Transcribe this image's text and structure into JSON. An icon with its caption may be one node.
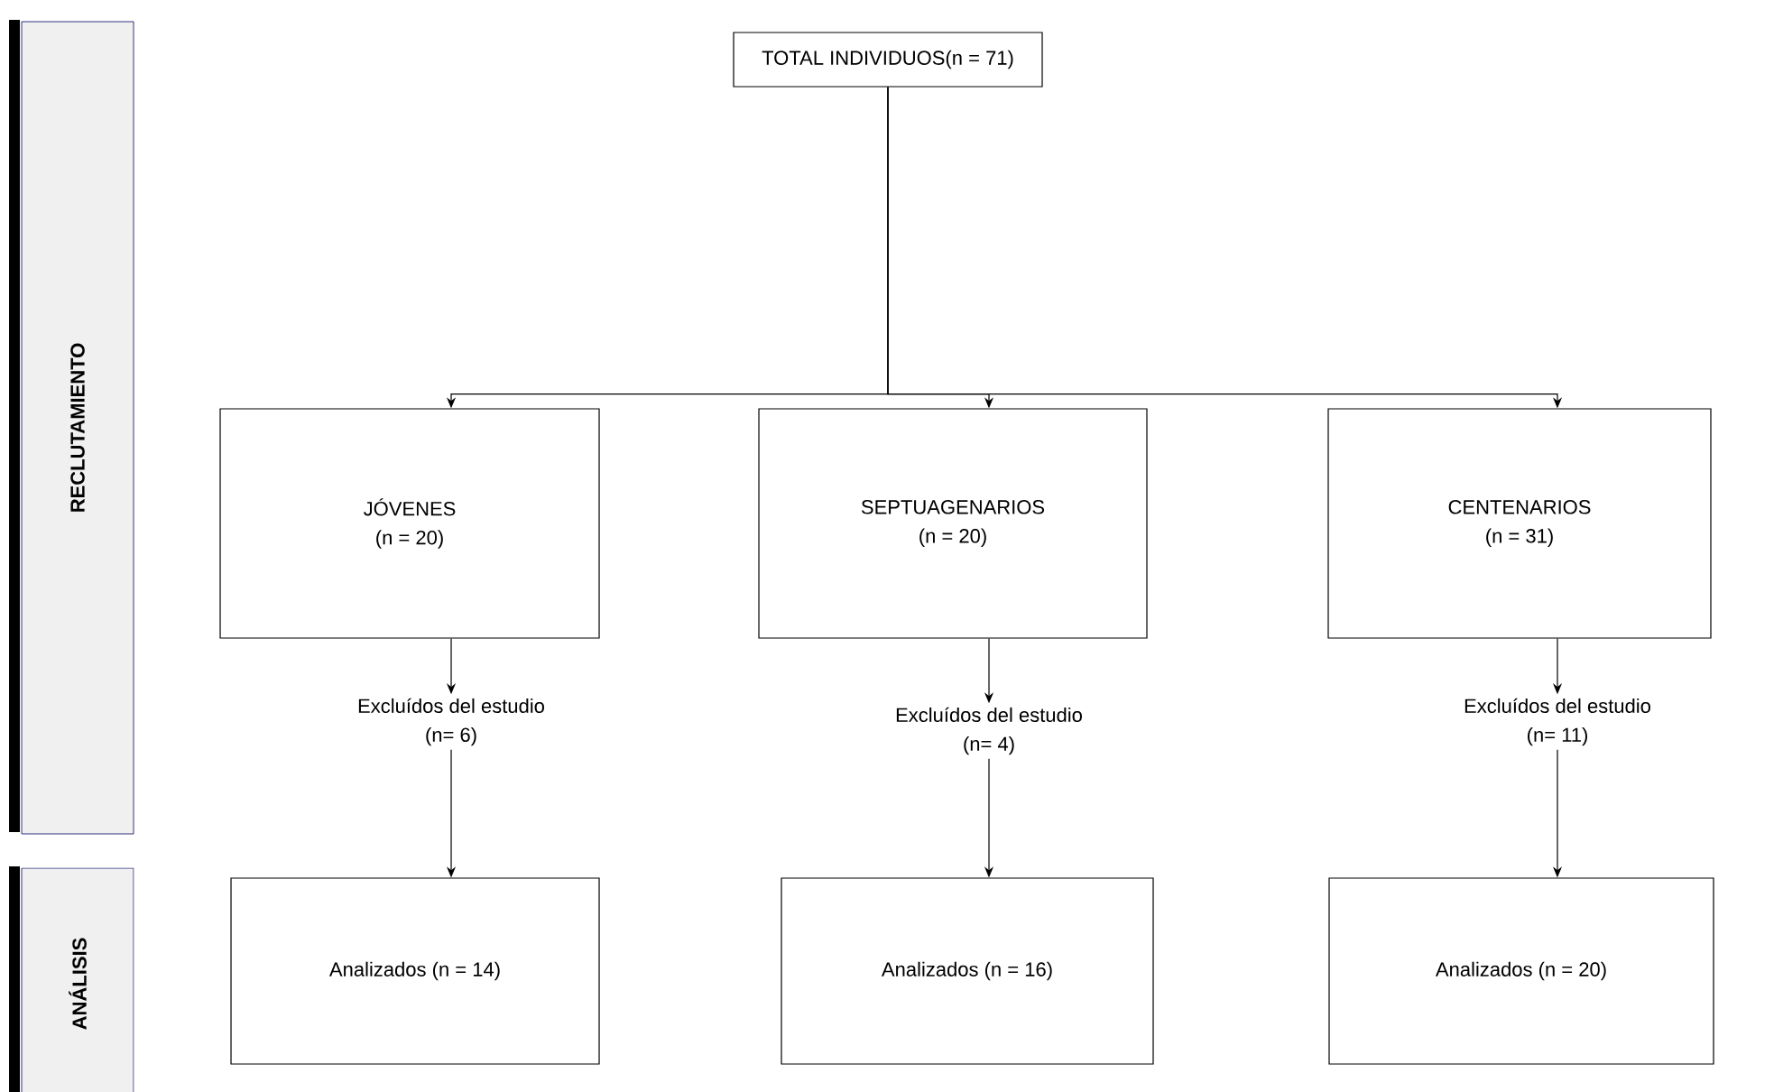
{
  "diagram": {
    "nodes": [
      {
        "text": [
          "RECLUTAMIENTO"
        ]
      },
      {
        "text": [
          "ANÁLISIS"
        ]
      },
      {
        "text": [
          "TOTAL INDIVIDUOS(n = 71)"
        ]
      },
      {
        "text": [
          "JÓVENES",
          "(n = 20)"
        ]
      },
      {
        "text": [
          "SEPTUAGENARIOS",
          "(n = 20)"
        ]
      },
      {
        "text": [
          "CENTENARIOS",
          "(n = 31)"
        ]
      },
      {
        "text": [
          "Excluídos del estudio",
          "(n= 6)"
        ]
      },
      {
        "text": [
          "Excluídos del estudio",
          "(n= 4)"
        ]
      },
      {
        "text": [
          "Excluídos del estudio",
          "(n= 11)"
        ]
      },
      {
        "text": [
          "Analizados (n = 14)"
        ]
      },
      {
        "text": [
          "Analizados (n = 16)"
        ]
      },
      {
        "text": [
          "Analizados (n = 20)"
        ]
      }
    ],
    "edges": [
      {
        "from": 2,
        "to": 3,
        "arrow": "to"
      },
      {
        "from": 2,
        "to": 4,
        "arrow": "to"
      },
      {
        "from": 2,
        "to": 5,
        "arrow": "to"
      },
      {
        "from": 3,
        "to": 6,
        "arrow": "to"
      },
      {
        "from": 4,
        "to": 7,
        "arrow": "to"
      },
      {
        "from": 5,
        "to": 8,
        "arrow": "to"
      },
      {
        "from": 6,
        "to": 9,
        "arrow": "to"
      },
      {
        "from": 7,
        "to": 10,
        "arrow": "to"
      },
      {
        "from": 8,
        "to": 11,
        "arrow": "to"
      }
    ]
  }
}
